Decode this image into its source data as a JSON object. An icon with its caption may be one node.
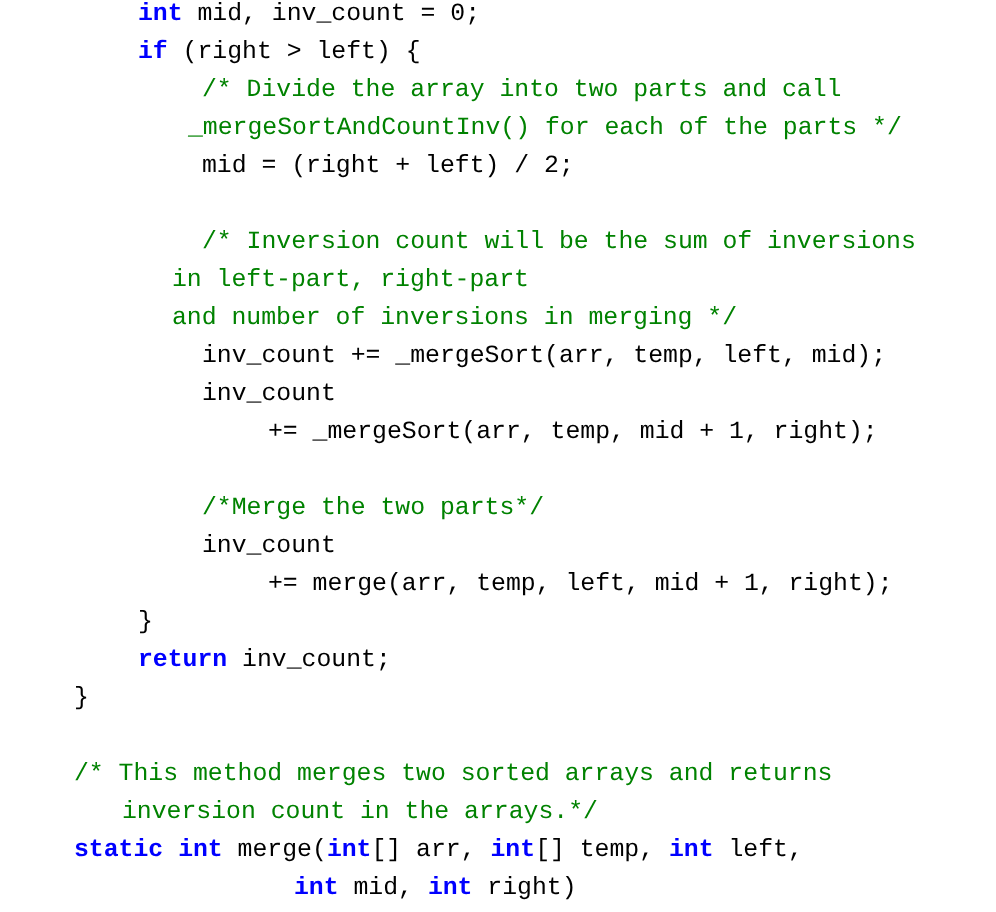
{
  "diagram": {
    "labels": [
      "**int** mid, inv_count = 0;",
      "**if** (right > left) {",
      "/* Divide the array into two parts and call",
      "_mergeSortAndCountInv() for each of the parts */",
      "mid = (right + left) / 2;",
      "/* Inversion count will be the sum of inversions",
      "in left-part, right-part",
      "and number of inversions in merging */",
      "inv_count += _mergeSort(arr, temp, left, mid);",
      "inv_count",
      "+= _mergeSort(arr, temp, mid + 1, right);",
      "/*Merge the two parts*/",
      "inv_count",
      "+= merge(arr, temp, left, mid + 1, right);",
      "}",
      "**return** inv_count;",
      "}",
      "/* This method merges two sorted arrays and returns",
      "inversion count in the arrays.*/",
      "**static** **int** merge(**int**[] arr, **int**[] temp, **int** left,",
      "**int** mid, **int** right)"
    ]
  }
}
